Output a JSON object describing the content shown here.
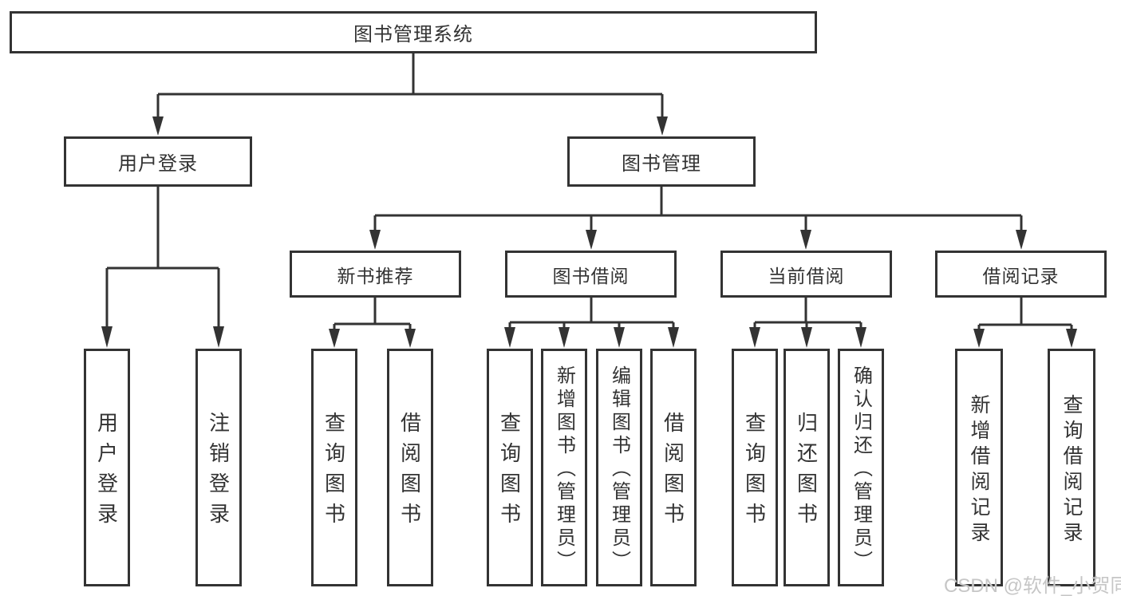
{
  "diagram": {
    "root": {
      "label": "图书管理系统"
    },
    "branches": [
      {
        "label": "用户登录",
        "children": [
          "用户登录",
          "注销登录"
        ]
      },
      {
        "label": "图书管理",
        "children": [
          {
            "label": "新书推荐",
            "children": [
              "查询图书",
              "借阅图书"
            ]
          },
          {
            "label": "图书借阅",
            "children": [
              "查询图书",
              "新增图书（管理员）",
              "编辑图书（管理员）",
              "借阅图书"
            ]
          },
          {
            "label": "当前借阅",
            "children": [
              "查询图书",
              "归还图书",
              "确认归还（管理员）"
            ]
          },
          {
            "label": "借阅记录",
            "children": [
              "新增借阅记录",
              "查询借阅记录"
            ]
          }
        ]
      }
    ],
    "watermark": "CSDN @软件_小贺同学",
    "colors": {
      "line": "#333333",
      "text": "#333333",
      "watermark": "#c6c6c6",
      "background": "#ffffff"
    }
  }
}
